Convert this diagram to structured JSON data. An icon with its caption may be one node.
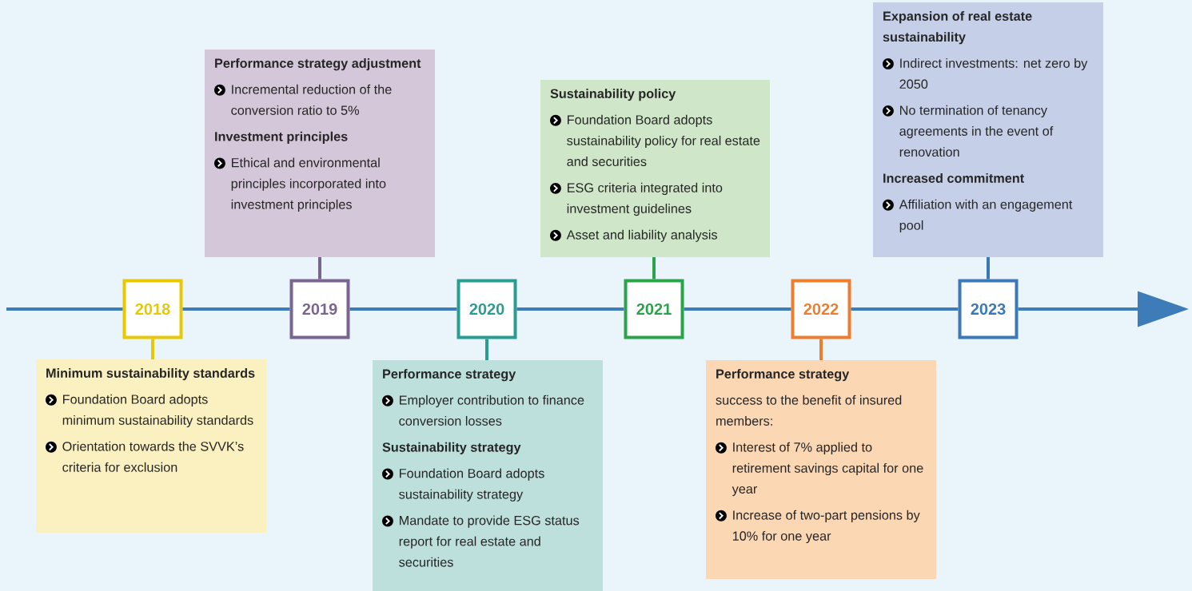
{
  "diagram": {
    "nodes": [
      {
        "text": [
          "2018"
        ]
      },
      {
        "text": [
          "2019"
        ]
      },
      {
        "text": [
          "2020"
        ]
      },
      {
        "text": [
          "2021"
        ]
      },
      {
        "text": [
          "2022"
        ]
      },
      {
        "text": [
          "2023"
        ]
      },
      {
        "text": [
          "Minimum sustainability standards",
          "Foundation Board adopts minimum sustainability standards",
          "Orientation towards the SVVK’s criteria for exclusion"
        ]
      },
      {
        "text": [
          "Performance strategy adjustment",
          "Incremental reduction of the conversion ratio to 5%",
          "Investment principles",
          "Ethical and environmental principles incorporated into investment principles"
        ]
      },
      {
        "text": [
          "Performance strategy",
          "Employer contribution to finance conversion losses",
          "Sustainability strategy",
          "Foundation Board adopts sustainability strategy",
          "Mandate to provide ESG status report for real estate and securities"
        ]
      },
      {
        "text": [
          "Sustainability policy",
          "Foundation Board adopts sustainability policy for real estate and securities",
          "ESG criteria integrated into investment guidelines",
          "Asset and liability analysis"
        ]
      },
      {
        "text": [
          "Performance strategy",
          "success to the benefit of insured members:",
          "Interest of 7% applied to retirement savings capital for one year",
          "Increase of two-part pensions by 10% for one year"
        ]
      },
      {
        "text": [
          "Expansion of real estate sustainability",
          "Indirect investments: net zero by 2050",
          "No termination of tenancy agreements in the event of renovation",
          "Increased commitment",
          "Affiliation with an engagement pool"
        ]
      }
    ],
    "edges": [
      {
        "from": null,
        "to": 0,
        "arrow": "none"
      },
      {
        "from": 0,
        "to": 1,
        "arrow": "none"
      },
      {
        "from": 1,
        "to": 2,
        "arrow": "none"
      },
      {
        "from": 2,
        "to": 3,
        "arrow": "none"
      },
      {
        "from": 3,
        "to": 4,
        "arrow": "none"
      },
      {
        "from": 4,
        "to": 5,
        "arrow": "none"
      },
      {
        "from": 5,
        "to": null,
        "arrow": "to"
      },
      {
        "from": 0,
        "to": 6,
        "arrow": "none",
        "color": "#e8c800"
      },
      {
        "from": 1,
        "to": 7,
        "arrow": "none",
        "color": "#7a6590"
      },
      {
        "from": 2,
        "to": 8,
        "arrow": "none",
        "color": "#2a9d93"
      },
      {
        "from": 3,
        "to": 9,
        "arrow": "none",
        "color": "#2aa34a"
      },
      {
        "from": 4,
        "to": 10,
        "arrow": "none",
        "color": "#ef7d2d"
      },
      {
        "from": 5,
        "to": 11,
        "arrow": "none",
        "color": "#3b78b8"
      }
    ]
  }
}
